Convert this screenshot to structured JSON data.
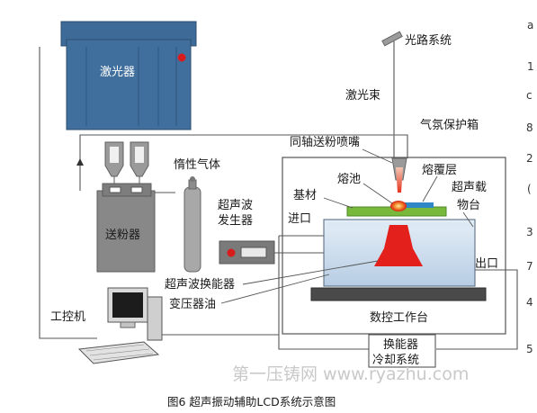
{
  "labels": {
    "optical_system": "光路系统",
    "laser": "激光器",
    "laser_beam": "激光束",
    "atmosphere_box": "气氛保护箱",
    "nozzle": "同轴送粉喷嘴",
    "inert_gas": "惰性气体",
    "cladding_layer": "熔覆层",
    "melt_pool": "熔池",
    "substrate": "基材",
    "ultrasonic_stage_line1": "超声载",
    "ultrasonic_stage_line2": "物台",
    "ultrasonic_generator_line1": "超声波",
    "ultrasonic_generator_line2": "发生器",
    "inlet": "进口",
    "outlet": "出口",
    "powder_feeder": "送粉器",
    "control_pc": "工控机",
    "transducer": "超声波换能器",
    "transformer_oil": "变压器油",
    "cnc_table": "数控工作台",
    "cooling_line1": "换能器",
    "cooling_line2": "冷却系统"
  },
  "caption": "图6 超声振动辅助LCD系统示意图",
  "watermark": "第一压铸网 www.ryazhu.com",
  "edge_text": [
    "a",
    "1",
    "c",
    "8",
    "2",
    "(",
    "3",
    "7",
    "4",
    "5"
  ],
  "colors": {
    "laser_blue": "#3d6a97",
    "feeder_gray": "#8a8a8a",
    "stage_blue": "#c9dcec",
    "transducer_red": "#e3201b",
    "substrate_green": "#78b93c",
    "cladding_blue": "#2f87c7"
  }
}
